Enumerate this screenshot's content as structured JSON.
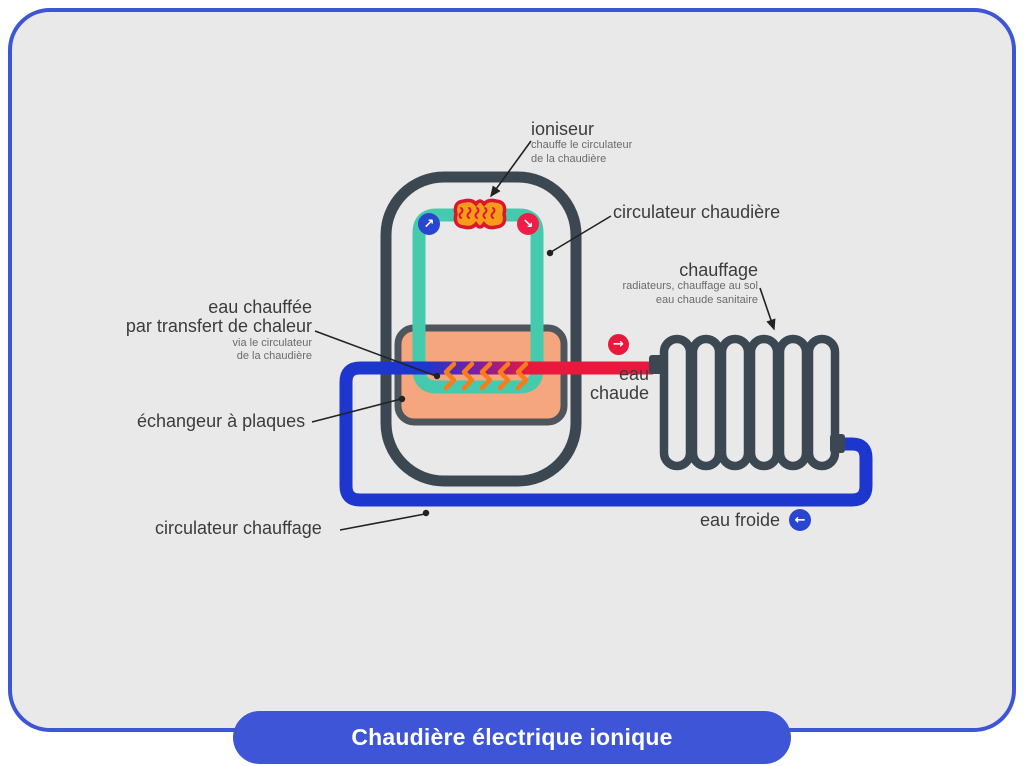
{
  "title_bar": {
    "label": "Chaudière électrique ionique"
  },
  "labels": {
    "ioniseur": {
      "title": "ioniseur",
      "sub1": "chauffe le circulateur",
      "sub2": "de la chaudière"
    },
    "circulateur_chaudiere": {
      "title": "circulateur chaudière"
    },
    "chauffage": {
      "title": "chauffage",
      "sub1": "radiateurs, chauffage au sol",
      "sub2": "eau chaude sanitaire"
    },
    "eau_chauffee": {
      "line1": "eau chauffée",
      "line2": "par transfert de chaleur",
      "sub1": "via le circulateur",
      "sub2": "de la chaudière"
    },
    "echangeur": {
      "title": "échangeur à plaques"
    },
    "eau_chaude": {
      "line1": "eau",
      "line2": "chaude"
    },
    "eau_froide": {
      "title": "eau froide"
    },
    "circulateur_chauffage": {
      "title": "circulateur chauffage"
    }
  },
  "flow_icons": {
    "boiler_supply": "↗",
    "boiler_return": "↘",
    "hot_water_out": "→",
    "cold_water_in": "←"
  },
  "colors": {
    "card_bg": "#E9E9E9",
    "accent_blue": "#3D55D6",
    "pipe_blue": "#1C36CE",
    "pipe_red": "#E9183C",
    "teal": "#45CAAE",
    "dark_outline": "#3C4851",
    "exchanger_fill": "#F5A67E",
    "exchanger_border": "#4D565C",
    "heat_orange": "#F87D1A",
    "ioniseur_fill": "#F79C1A",
    "ioniseur_border": "#DC1630"
  }
}
